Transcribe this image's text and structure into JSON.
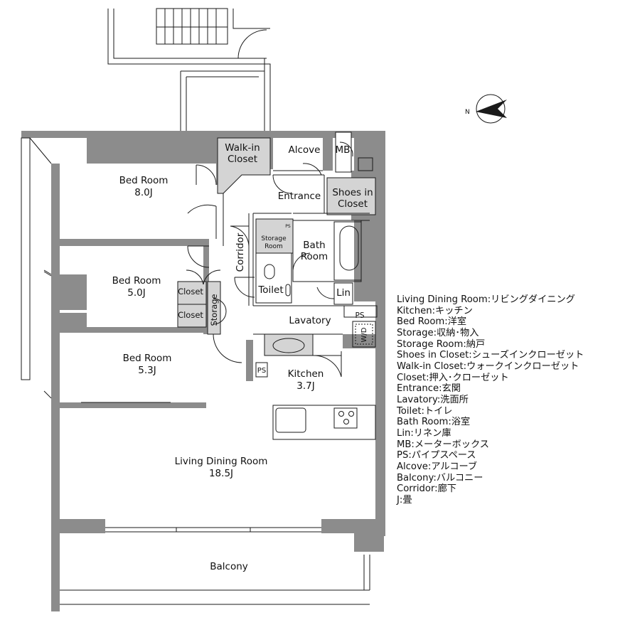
{
  "colors": {
    "wall": "#8c8c8c",
    "storage_fill": "#d4d4d4",
    "line": "#1a1a1a",
    "background": "#ffffff"
  },
  "compass": {
    "letter": "N",
    "icon": "north-arrow-icon"
  },
  "rooms": {
    "bed1": {
      "name": "Bed Room",
      "size": "8.0J"
    },
    "bed2": {
      "name": "Bed Room",
      "size": "5.0J"
    },
    "bed3": {
      "name": "Bed Room",
      "size": "5.3J"
    },
    "walkin": {
      "line1": "Walk-in",
      "line2": "Closet"
    },
    "alcove": "Alcove",
    "mb": "MB",
    "entrance": "Entrance",
    "shoes": {
      "line1": "Shoes in",
      "line2": "Closet"
    },
    "corridor": "Corridor",
    "storage_room": {
      "line1": "Storage",
      "line2": "Room"
    },
    "ps_small": "PS",
    "bath": {
      "line1": "Bath",
      "line2": "Room"
    },
    "toilet": "Toilet",
    "lin": "Lin",
    "closet1": "Closet",
    "closet2": "Closet",
    "storage": "Storage",
    "lavatory": "Lavatory",
    "ps": "PS",
    "wd": "W/D",
    "kitchen": {
      "name": "Kitchen",
      "size": "3.7J"
    },
    "ps_kitchen": "PS",
    "living": {
      "name": "Living Dining Room",
      "size": "18.5J"
    },
    "balcony": "Balcony"
  },
  "legend": [
    "Living Dining Room:リビングダイニング",
    "Kitchen:キッチン",
    "Bed Room:洋室",
    "Storage:収納･物入",
    "Storage Room:納戸",
    "Shoes in Closet:シューズインクローゼット",
    "Walk-in Closet:ウォークインクローゼット",
    "Closet:押入･クローゼット",
    "Entrance:玄関",
    "Lavatory:洗面所",
    "Toilet:トイレ",
    "Bath Room:浴室",
    "Lin:リネン庫",
    "MB:メーターボックス",
    "PS:パイプスペース",
    "Alcove:アルコーブ",
    "Balcony:バルコニー",
    "Corridor:廊下",
    "J:畳"
  ]
}
